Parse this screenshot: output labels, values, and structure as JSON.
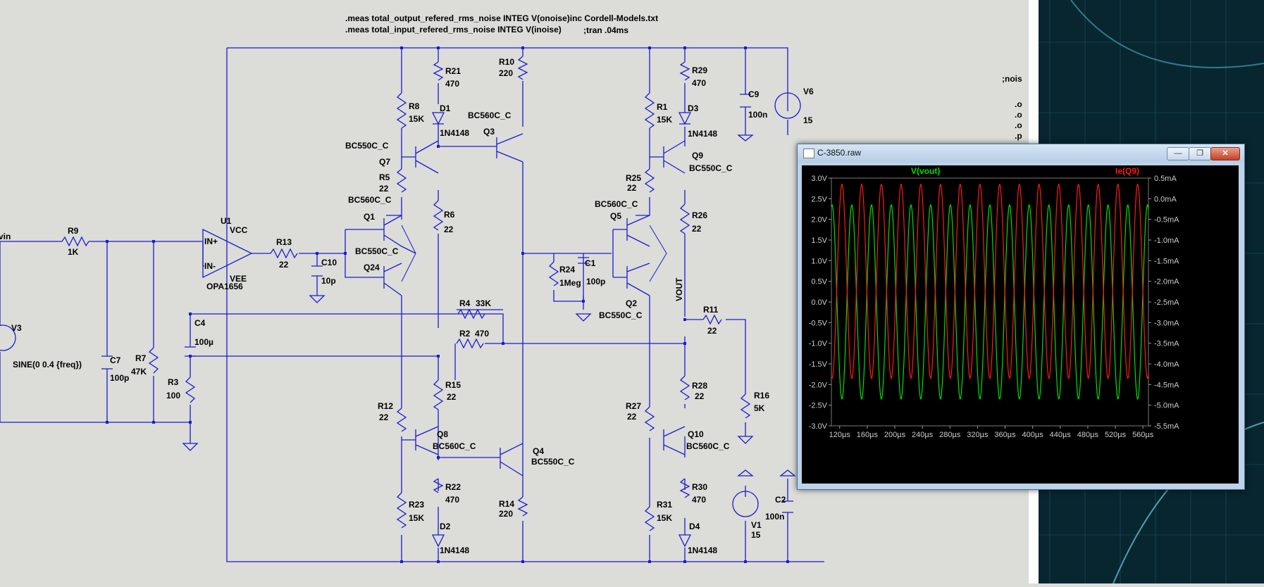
{
  "schematic": {
    "directives": {
      "line1": ".meas total_output_refered_rms_noise INTEG V(onoise)inc Cordell-Models.txt",
      "line2": ".meas total_input_refered_rms_noise INTEG V(inoise)",
      "tran": ";tran .04ms"
    },
    "right_edge_text": {
      "nois": ";nois",
      "o1": ".o",
      "o2": ".o",
      "o3": ".o",
      "p": ".p"
    },
    "net_labels": {
      "vin": "vin",
      "vout": "VOUT"
    },
    "opamp": {
      "ref": "U1",
      "model": "OPA1656",
      "vcc": "VCC",
      "vee": "VEE",
      "in_plus": "IN+",
      "in_minus": "IN-"
    },
    "components": {
      "R9": {
        "ref": "R9",
        "value": "1K"
      },
      "V3": {
        "ref": "V3",
        "value": "SINE(0 0.4 {freq})"
      },
      "C7": {
        "ref": "C7",
        "value": "100p"
      },
      "R7": {
        "ref": "R7",
        "value": "47K"
      },
      "C4": {
        "ref": "C4",
        "value": "100µ"
      },
      "R3": {
        "ref": "R3",
        "value": "100"
      },
      "R13": {
        "ref": "R13",
        "value": "22"
      },
      "C10": {
        "ref": "C10",
        "value": "10p"
      },
      "R8": {
        "ref": "R8",
        "value": "15K"
      },
      "R21": {
        "ref": "R21",
        "value": "470"
      },
      "D1": {
        "ref": "D1",
        "value": "1N4148"
      },
      "R10": {
        "ref": "R10",
        "value": "220"
      },
      "Q3": {
        "ref": "Q3",
        "value": "BC560C_C"
      },
      "Q7": {
        "ref": "Q7",
        "value": "BC550C_C"
      },
      "R5": {
        "ref": "R5",
        "value": "22"
      },
      "Q1": {
        "ref": "Q1",
        "value": "BC560C_C"
      },
      "Q24": {
        "ref": "Q24",
        "value": "BC550C_C"
      },
      "R6": {
        "ref": "R6",
        "value": "22"
      },
      "R4": {
        "ref": "R4",
        "value": "33K"
      },
      "R2": {
        "ref": "R2",
        "value": "470"
      },
      "R15": {
        "ref": "R15",
        "value": "22"
      },
      "R12": {
        "ref": "R12",
        "value": "22"
      },
      "Q8": {
        "ref": "Q8",
        "value": "BC560C_C"
      },
      "Q4": {
        "ref": "Q4",
        "value": "BC550C_C"
      },
      "R22": {
        "ref": "R22",
        "value": "470"
      },
      "R14": {
        "ref": "R14",
        "value": "220"
      },
      "R23": {
        "ref": "R23",
        "value": "15K"
      },
      "D2": {
        "ref": "D2",
        "value": "1N4148"
      },
      "R24": {
        "ref": "R24",
        "value": "1Meg"
      },
      "C1": {
        "ref": "C1",
        "value": "100p"
      },
      "R1": {
        "ref": "R1",
        "value": "15K"
      },
      "R29": {
        "ref": "R29",
        "value": "470"
      },
      "D3": {
        "ref": "D3",
        "value": "1N4148"
      },
      "Q9": {
        "ref": "Q9",
        "value": "BC550C_C"
      },
      "R25": {
        "ref": "R25",
        "value": "22"
      },
      "Q5": {
        "ref": "Q5",
        "value": "BC560C_C"
      },
      "Q2": {
        "ref": "Q2",
        "value": "BC550C_C"
      },
      "R26": {
        "ref": "R26",
        "value": "22"
      },
      "R11": {
        "ref": "R11",
        "value": "22"
      },
      "R28": {
        "ref": "R28",
        "value": "22"
      },
      "R27": {
        "ref": "R27",
        "value": "22"
      },
      "Q10": {
        "ref": "Q10",
        "value": "BC560C_C"
      },
      "R30": {
        "ref": "R30",
        "value": "470"
      },
      "R31": {
        "ref": "R31",
        "value": "15K"
      },
      "D4": {
        "ref": "D4",
        "value": "1N4148"
      },
      "R16": {
        "ref": "R16",
        "value": "5K"
      },
      "C9": {
        "ref": "C9",
        "value": "100n"
      },
      "V6": {
        "ref": "V6",
        "value": "15"
      },
      "V1": {
        "ref": "V1",
        "value": "15"
      },
      "C2": {
        "ref": "C2",
        "value": "100n"
      }
    }
  },
  "plot_window": {
    "title": "C-3850.raw",
    "buttons": {
      "minimize": "—",
      "maximize": "❐",
      "close": "✕"
    }
  },
  "colors": {
    "wire": "#1c1cd0",
    "schematic_bg": "#dcdcd8",
    "plot_bg": "#000000",
    "trace_vout": "#00e000",
    "trace_ie": "#ff1a1a",
    "axis_text": "#cccccc"
  },
  "chart_data": {
    "type": "line",
    "series": [
      {
        "name": "V(vout)",
        "axis": "left",
        "amplitude": 2.35,
        "offset": 0.0,
        "period_us": 28.6,
        "phase_deg": 0
      },
      {
        "name": "Ie(Q9)",
        "axis": "right",
        "amplitude": 2.35,
        "offset": -2.0,
        "period_us": 28.6,
        "phase_deg": 180
      }
    ],
    "x_ticks": [
      "120µs",
      "160µs",
      "200µs",
      "240µs",
      "280µs",
      "320µs",
      "360µs",
      "400µs",
      "440µs",
      "480µs",
      "520µs",
      "560µs"
    ],
    "xlim": [
      108,
      568
    ],
    "left_ticks": [
      "3.0V",
      "2.5V",
      "2.0V",
      "1.5V",
      "1.0V",
      "0.5V",
      "0.0V",
      "-0.5V",
      "-1.0V",
      "-1.5V",
      "-2.0V",
      "-2.5V",
      "-3.0V"
    ],
    "ylim_left": [
      -3.0,
      3.0
    ],
    "right_ticks": [
      "0.5mA",
      "0.0mA",
      "-0.5mA",
      "-1.0mA",
      "-1.5mA",
      "-2.0mA",
      "-2.5mA",
      "-3.0mA",
      "-3.5mA",
      "-4.0mA",
      "-4.5mA",
      "-5.0mA",
      "-5.5mA"
    ],
    "ylim_right": [
      -5.5,
      0.5
    ],
    "grid": false
  }
}
